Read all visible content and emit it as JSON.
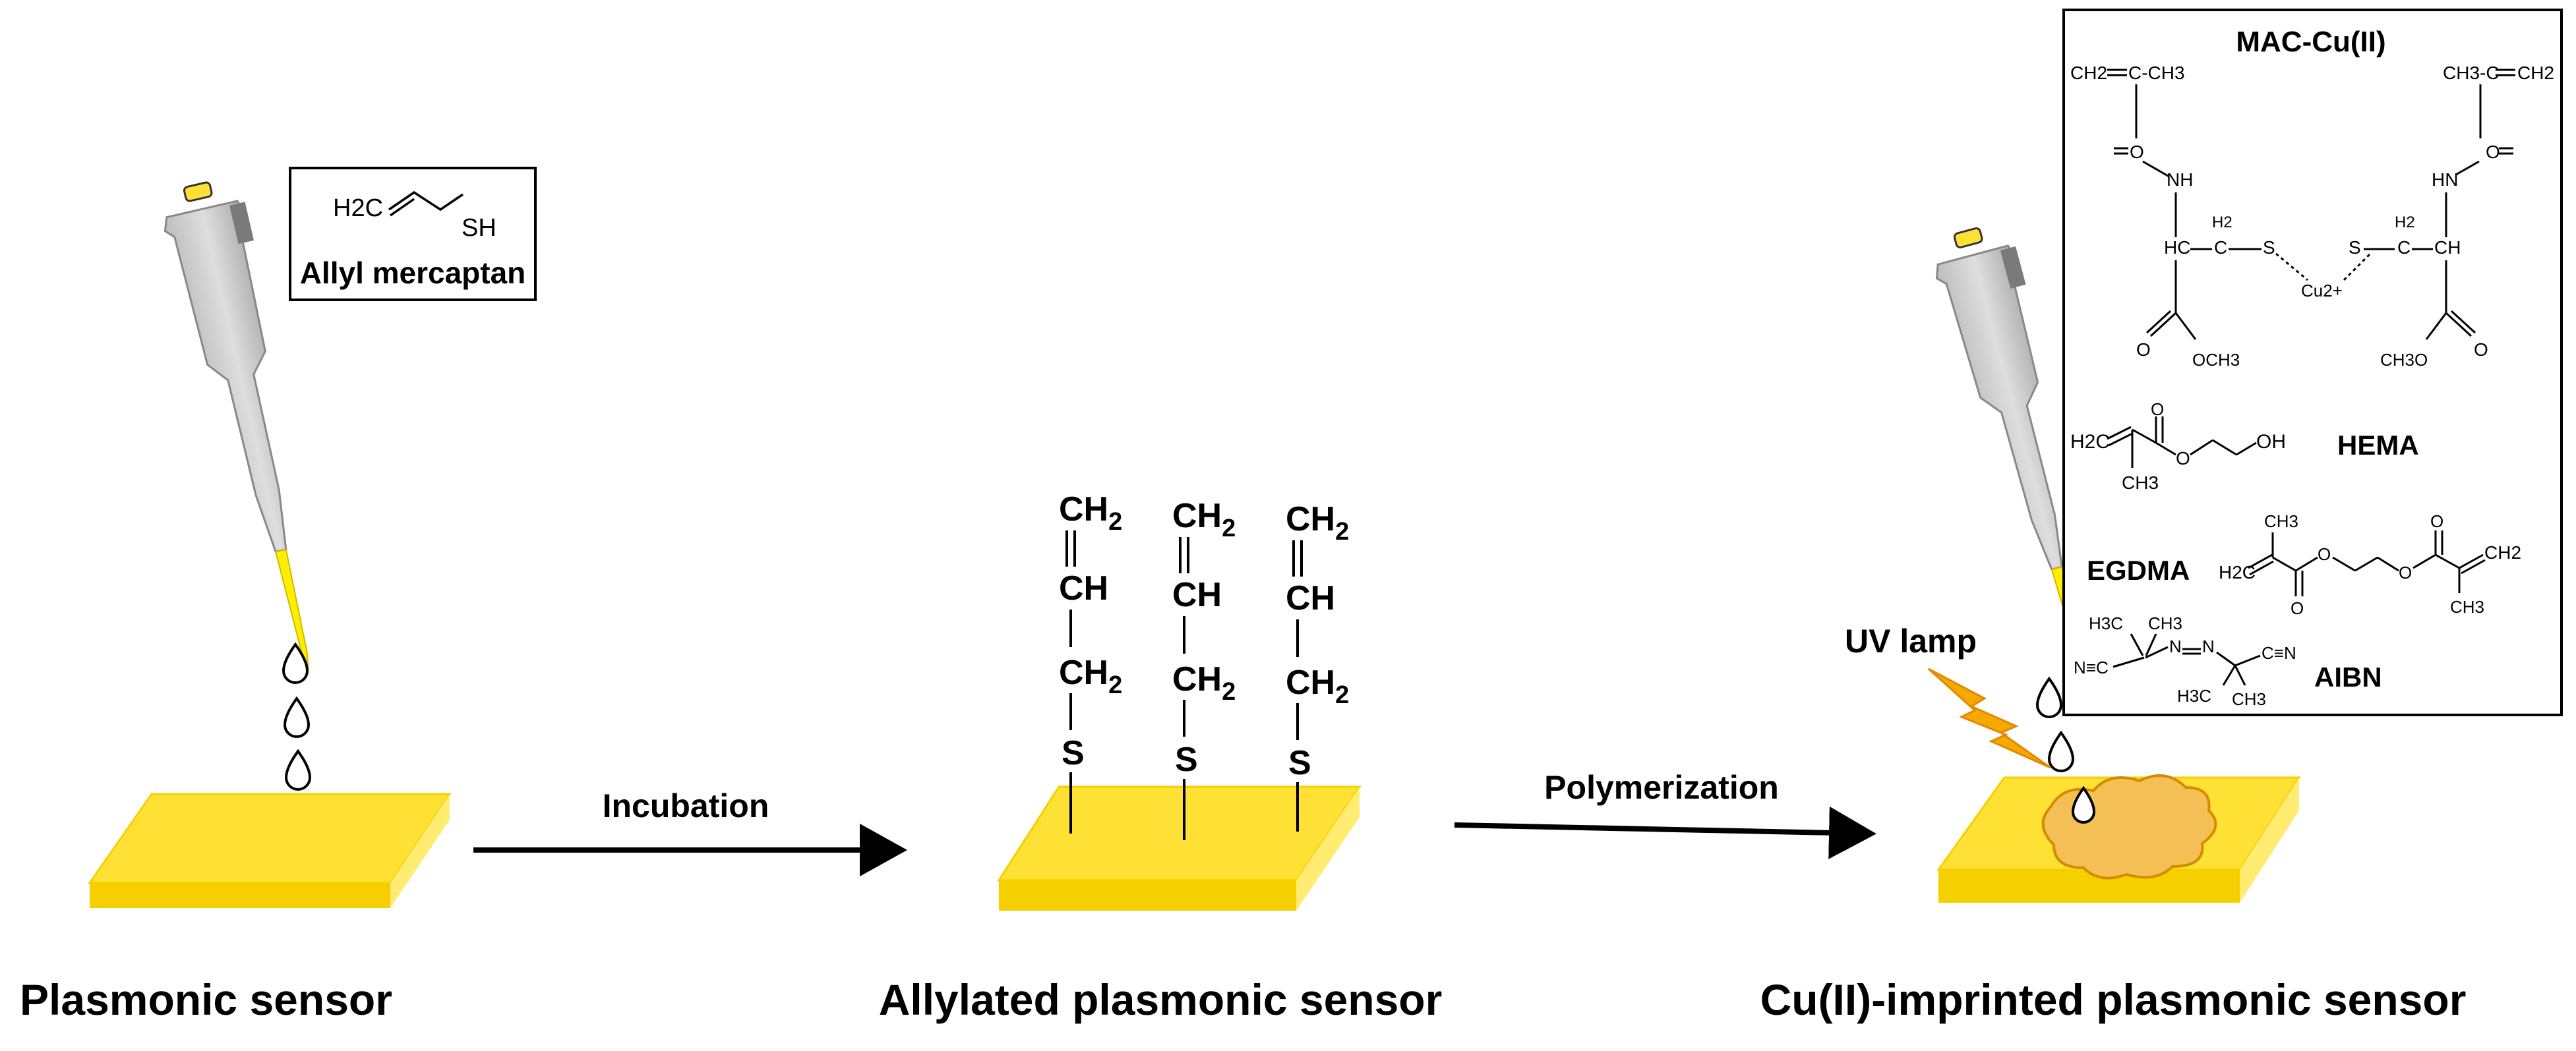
{
  "allyl_box": {
    "formula_h2c": "H2C",
    "formula_sh": "SH",
    "name": "Allyl mercaptan"
  },
  "steps": {
    "incubation": "Incubation",
    "polymerization": "Polymerization"
  },
  "captions": {
    "plasmonic_sensor": "Plasmonic sensor",
    "allylated_sensor": "Allylated plasmonic sensor",
    "imprinted_sensor": "Cu(II)-imprinted plasmonic sensor"
  },
  "allyl_chain": {
    "ch2_top": "CH",
    "ch2_sub": "2",
    "ch": "CH",
    "ch2_mid": "CH",
    "s": "S"
  },
  "uv_lamp": "UV lamp",
  "reagents": {
    "mac_cu": "MAC-Cu(II)",
    "hema": "HEMA",
    "egdma": "EGDMA",
    "aibn": "AIBN",
    "mac": {
      "ch2_left": "CH2",
      "c_ch3_left": "C-CH3",
      "ch3_c_right": "CH3-C",
      "ch2_right": "CH2",
      "o": "O",
      "nh": "NH",
      "hn": "HN",
      "hc": "HC",
      "ch": "CH",
      "c_h2": "C",
      "h2": "H2",
      "s": "S",
      "cu": "Cu2+",
      "och3": "OCH3",
      "ch3o": "CH3O"
    },
    "hema_atoms": {
      "h2c": "H2C",
      "o_top": "O",
      "o": "O",
      "oh": "OH",
      "ch3": "CH3"
    },
    "egdma_atoms": {
      "h2c": "H2C",
      "ch3_a": "CH3",
      "o1": "O",
      "o2": "O",
      "o3": "O",
      "o4": "O",
      "ch2": "CH2",
      "ch3_b": "CH3"
    },
    "aibn_atoms": {
      "h3c": "H3C",
      "ch3": "CH3",
      "ncl": "N≡C",
      "n1": "N",
      "n2": "N",
      "cnr": "C≡N",
      "h3c_b": "H3C",
      "ch3_b": "CH3"
    }
  },
  "colors": {
    "gold_top": "#ffe135",
    "gold_side": "#f5cf00",
    "pipette_body": "#c9c9c9",
    "pipette_tip": "#ffee00",
    "polymer_fill": "#f4c055",
    "polymer_stroke": "#d48b00",
    "lightning": "#f7a800"
  }
}
